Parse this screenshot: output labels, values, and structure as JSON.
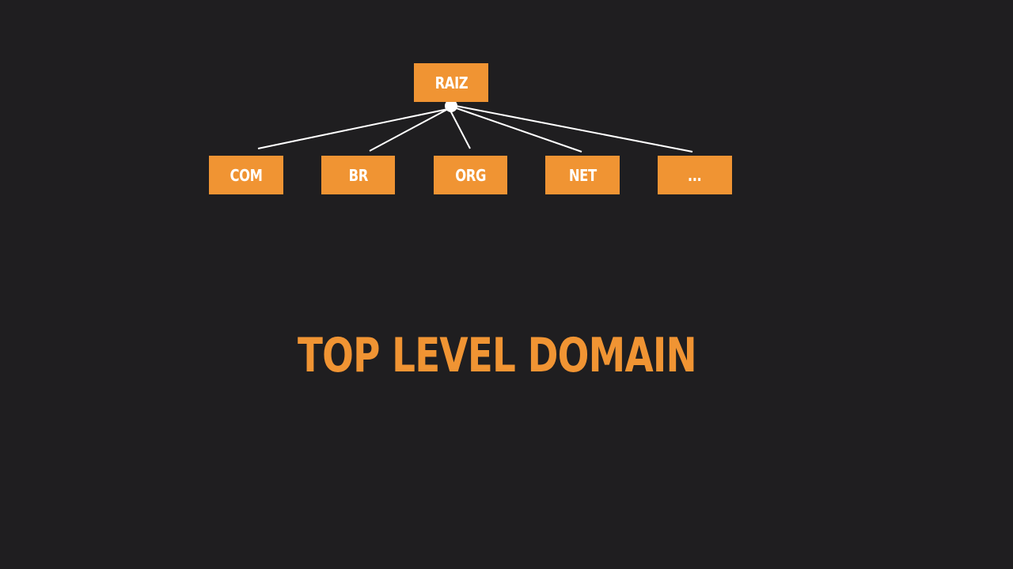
{
  "diagram": {
    "root": {
      "label": "RAIZ"
    },
    "children": [
      {
        "label": "COM"
      },
      {
        "label": "BR"
      },
      {
        "label": "ORG"
      },
      {
        "label": "NET"
      },
      {
        "label": "..."
      }
    ]
  },
  "title": "TOP LEVEL DOMAIN",
  "colors": {
    "background": "#1f1e20",
    "accent": "#f09433",
    "node_text": "#ffffff",
    "connector": "#ffffff"
  }
}
